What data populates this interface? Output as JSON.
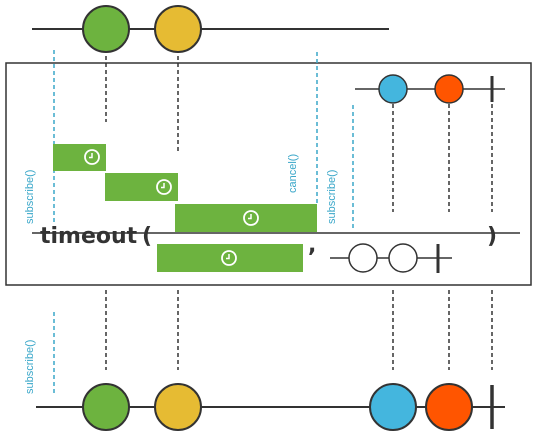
{
  "operator": {
    "name": "timeout",
    "open_paren": "(",
    "comma": ",",
    "close_paren": ")"
  },
  "labels": {
    "subscribe_source": "subscribe()",
    "cancel_source": "cancel()",
    "subscribe_fallback": "subscribe()",
    "subscribe_output": "subscribe()"
  },
  "colors": {
    "green": "#6db33f",
    "yellow": "#e6bb33",
    "blue": "#44b6de",
    "orange": "#ff5500",
    "timer": "#6db33f",
    "dashed_cyan": "#3aa7c9",
    "line": "#333333"
  },
  "streams": {
    "source": [
      "green-item",
      "yellow-item"
    ],
    "fallback": [
      "blue-item",
      "orange-item",
      "complete-marker"
    ],
    "timeouts": [
      "clock-icon",
      "clock-icon",
      "clock-icon",
      "clock-icon"
    ],
    "output": [
      "green-item",
      "yellow-item",
      "blue-item",
      "orange-item",
      "complete-marker"
    ]
  }
}
